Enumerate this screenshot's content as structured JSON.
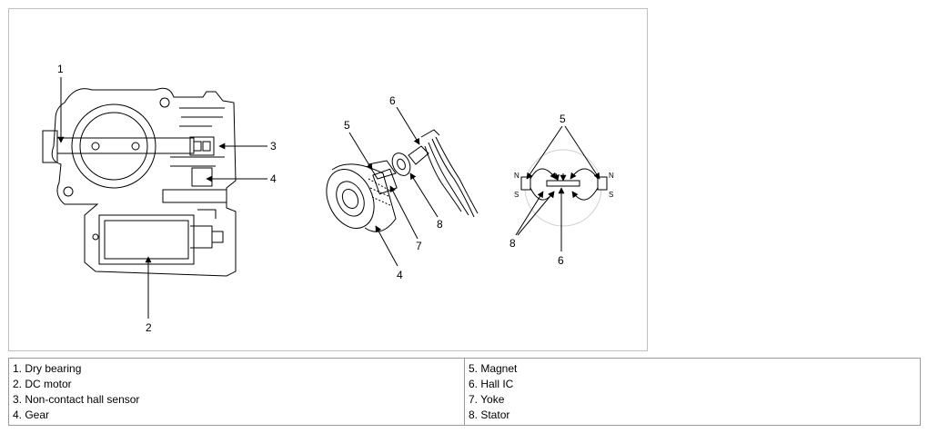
{
  "callouts": {
    "throttle_body": [
      "1",
      "2",
      "3",
      "4"
    ],
    "exploded_view": [
      "4",
      "5",
      "6",
      "7",
      "8"
    ],
    "schematic": [
      "5",
      "6",
      "8"
    ]
  },
  "legend": {
    "left": [
      "1. Dry bearing",
      "2. DC motor",
      "3. Non-contact hall sensor",
      "4. Gear"
    ],
    "right": [
      "5. Magnet",
      "6. Hall IC",
      "7. Yoke",
      "8. Stator"
    ]
  },
  "poles": {
    "north": "N",
    "south": "S"
  }
}
